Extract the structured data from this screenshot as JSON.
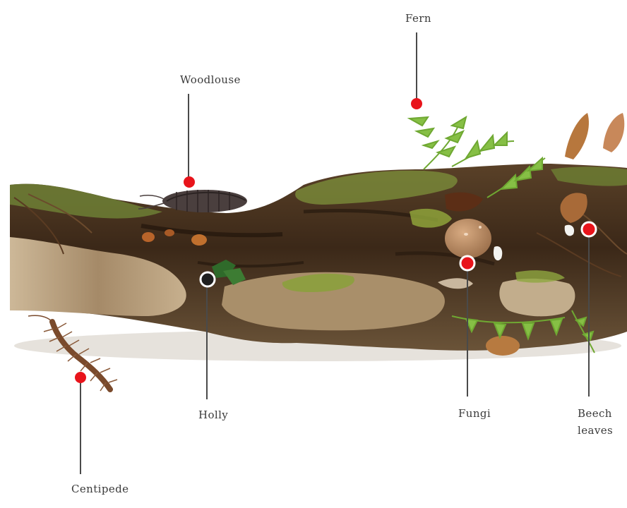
{
  "diagram": {
    "labels": {
      "fern": "Fern",
      "woodlouse": "Woodlouse",
      "holly": "Holly",
      "fungi": "Fungi",
      "beech": "Beech\nleaves",
      "centipede": "Centipede"
    },
    "colors": {
      "marker_red": "#e8141b",
      "marker_ring": "#ffffff",
      "holly_marker": "#1f1f1f",
      "leader_line": "#4a4a4a",
      "bark_dark": "#3d2a1c",
      "bark_light": "#b49a78",
      "moss": "#6f8a2c",
      "fern": "#7fb53a",
      "fungus": "#b98a62",
      "woodlouse": "#4a3f3e",
      "centipede": "#8a5a3a"
    }
  }
}
